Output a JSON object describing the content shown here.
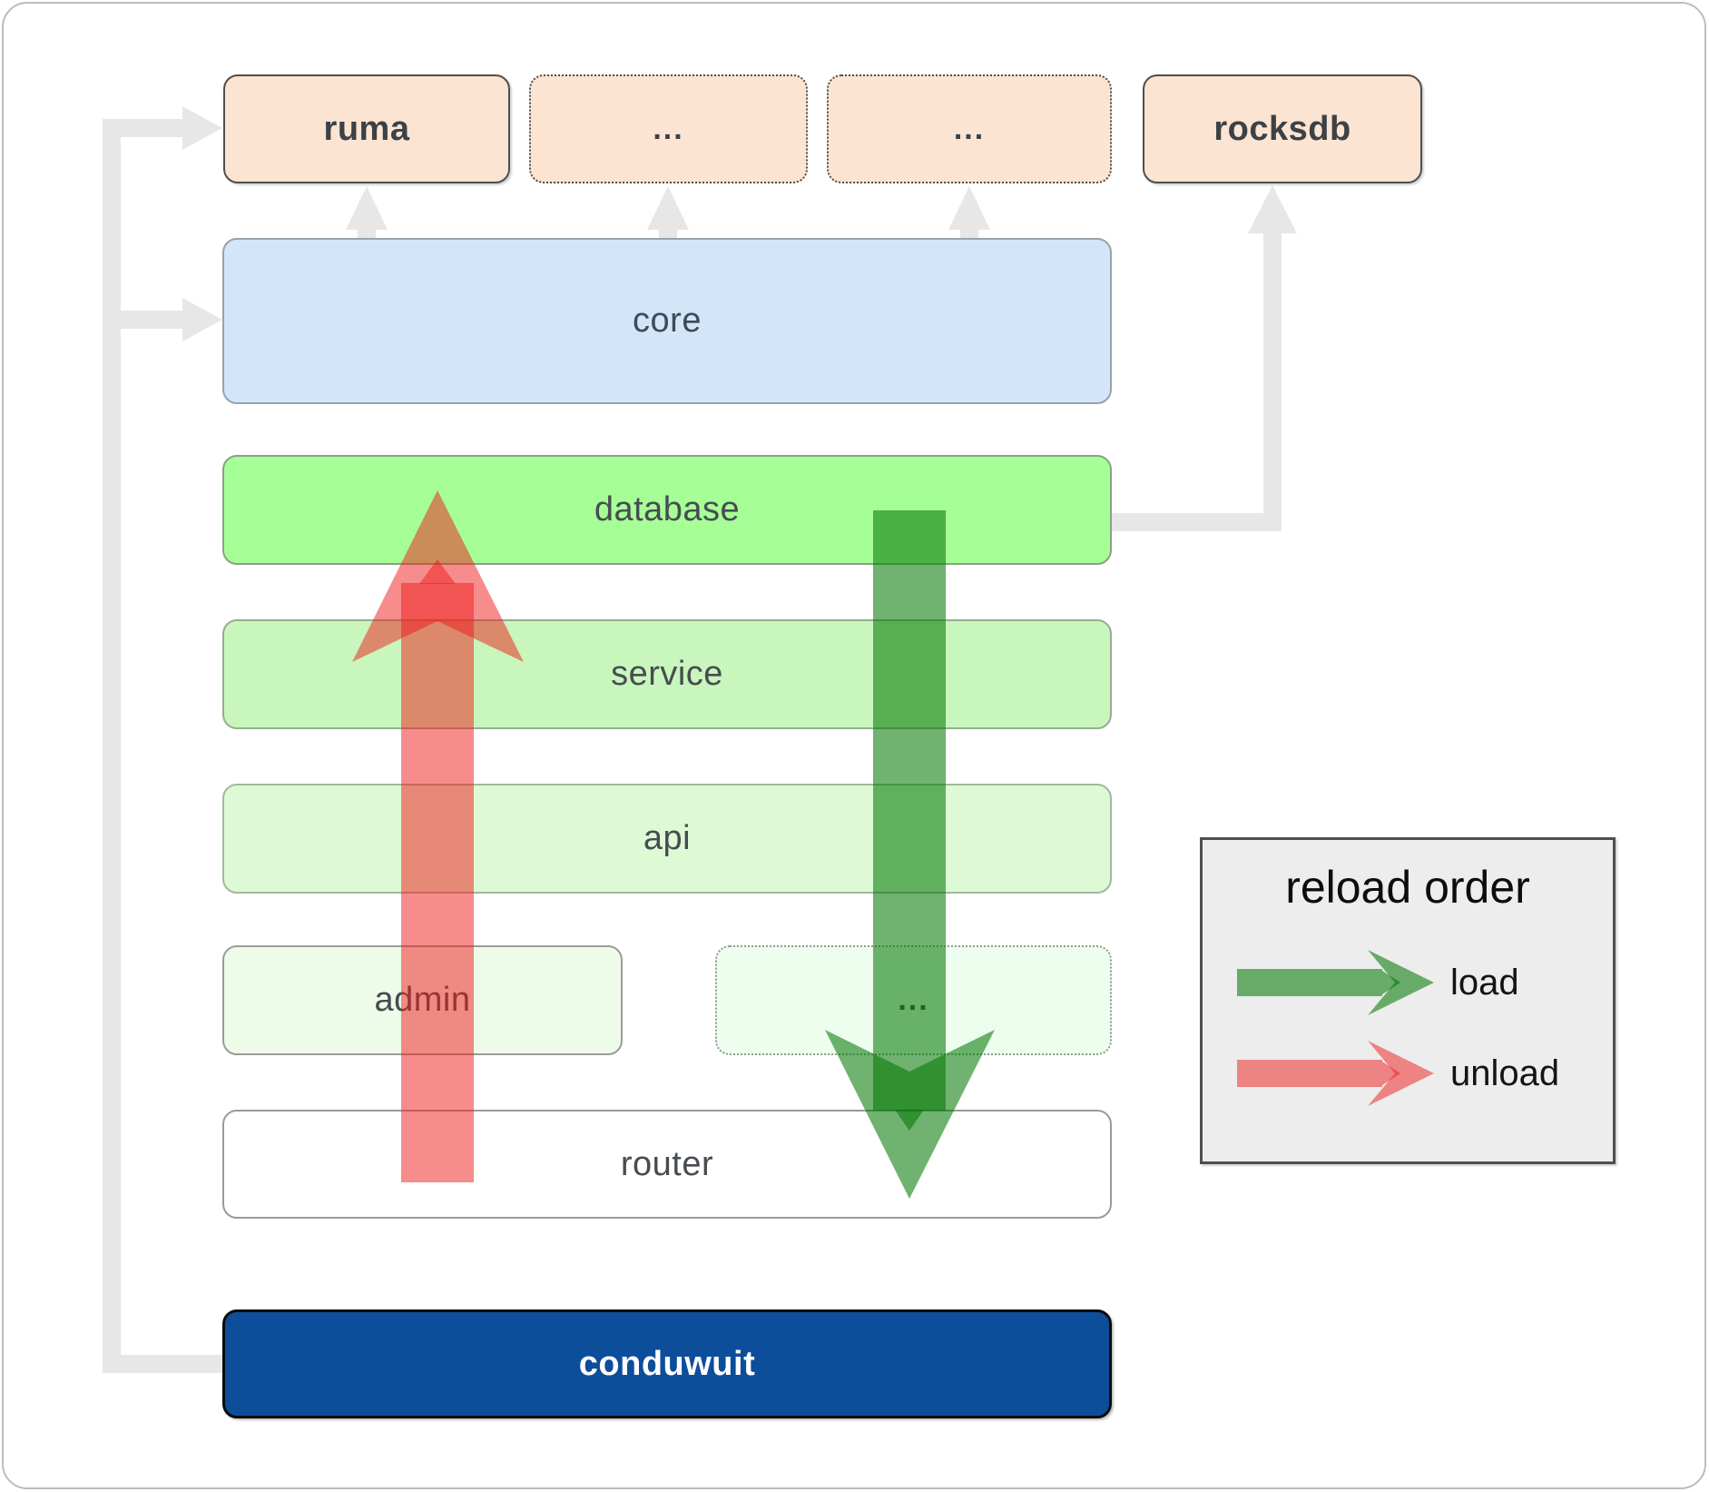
{
  "diagram": {
    "top_row": [
      {
        "label": "ruma"
      },
      {
        "label": "..."
      },
      {
        "label": "..."
      },
      {
        "label": "rocksdb"
      }
    ],
    "layers": [
      {
        "label": "core"
      },
      {
        "label": "database"
      },
      {
        "label": "service"
      },
      {
        "label": "api"
      }
    ],
    "admin_row": [
      {
        "label": "admin"
      },
      {
        "label": "..."
      }
    ],
    "router": {
      "label": "router"
    },
    "app": {
      "label": "conduwuit"
    }
  },
  "legend": {
    "title": "reload order",
    "items": [
      {
        "label": "load",
        "color": "#007600"
      },
      {
        "label": "unload",
        "color": "#ed1919"
      }
    ]
  },
  "colors": {
    "load_arrow": "#007600",
    "unload_arrow": "#ed1919",
    "connector": "#e7e7e7",
    "app_box": "#0d4e9b"
  }
}
